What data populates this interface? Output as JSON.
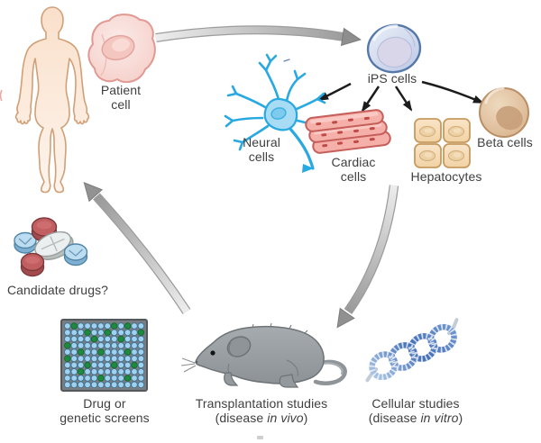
{
  "labels": {
    "patient_cell": {
      "line1": "Patient",
      "line2": "cell"
    },
    "ips_cells": "iPS cells",
    "neural_cells": {
      "line1": "Neural",
      "line2": "cells"
    },
    "cardiac_cells": {
      "line1": "Cardiac",
      "line2": "cells"
    },
    "hepatocytes": "Hepatocytes",
    "beta_cells": "Beta cells",
    "candidate_drugs": "Candidate drugs?",
    "drug_screens": {
      "line1": "Drug or",
      "line2": "genetic screens"
    },
    "transplantation": {
      "line1": "Transplantation studies",
      "line2_prefix": "(disease ",
      "line2_italic": "in vivo",
      "line2_suffix": ")"
    },
    "cellular": {
      "line1": "Cellular studies",
      "line2_prefix": "(disease ",
      "line2_italic": "in vitro",
      "line2_suffix": ")"
    }
  },
  "icons": {
    "human_figure": "patient-silhouette-icon",
    "patient_cell": "skin-cell-icon",
    "ips_cell": "ips-stem-cell-icon",
    "neuron": "neural-cell-icon",
    "cardiac": "cardiac-muscle-icon",
    "hepatocytes": "hepatocyte-cells-icon",
    "beta_cell": "beta-cell-icon",
    "pills": "candidate-drug-pills-icon",
    "microplate": "screening-microplate-icon",
    "mouse": "lab-mouse-icon",
    "dna": "dna-helix-icon"
  },
  "colors": {
    "background": "#ffffff",
    "text": "#3f3f3f",
    "black_arrow": "#1c1c1c",
    "gray_arrow_light": "#ededed",
    "gray_arrow_dark": "#979797",
    "skin": "#fae0cb",
    "skin_outline": "#d0a078",
    "patient_cell_fill": "#f8d9d4",
    "patient_cell_outline": "#e09a93",
    "ips_fill": "#dde5f2",
    "ips_outline": "#5578aa",
    "neuron_blue": "#29a9e1",
    "cardiac_pink": "#f5b0a9",
    "cardiac_outline": "#c65f5b",
    "hepatocyte_fill": "#f8e2c2",
    "hepatocyte_outline": "#c69a5f",
    "beta_fill": "#e3c3a4",
    "beta_outline": "#ba8f66",
    "pill_red": "#bc5a5e",
    "pill_blue": "#bcdcef",
    "plate_frame": "#787d82",
    "well_blue": "#a0d2ef",
    "well_blue_stroke": "#3c7193",
    "well_green": "#1d8a3f",
    "well_green_stroke": "#14662b",
    "mouse_gray": "#9aa0a4",
    "dna_blue": "#4470b8"
  },
  "microplate": {
    "cols": 12,
    "rows": 10,
    "green_wells": [
      [
        1,
        0
      ],
      [
        7,
        0
      ],
      [
        9,
        0
      ],
      [
        3,
        1
      ],
      [
        6,
        1
      ],
      [
        11,
        1
      ],
      [
        4,
        2
      ],
      [
        8,
        2
      ],
      [
        0,
        3
      ],
      [
        2,
        4
      ],
      [
        5,
        4
      ],
      [
        9,
        4
      ],
      [
        0,
        5
      ],
      [
        3,
        6
      ],
      [
        7,
        6
      ],
      [
        10,
        6
      ],
      [
        2,
        7
      ],
      [
        5,
        8
      ],
      [
        9,
        8
      ]
    ]
  }
}
